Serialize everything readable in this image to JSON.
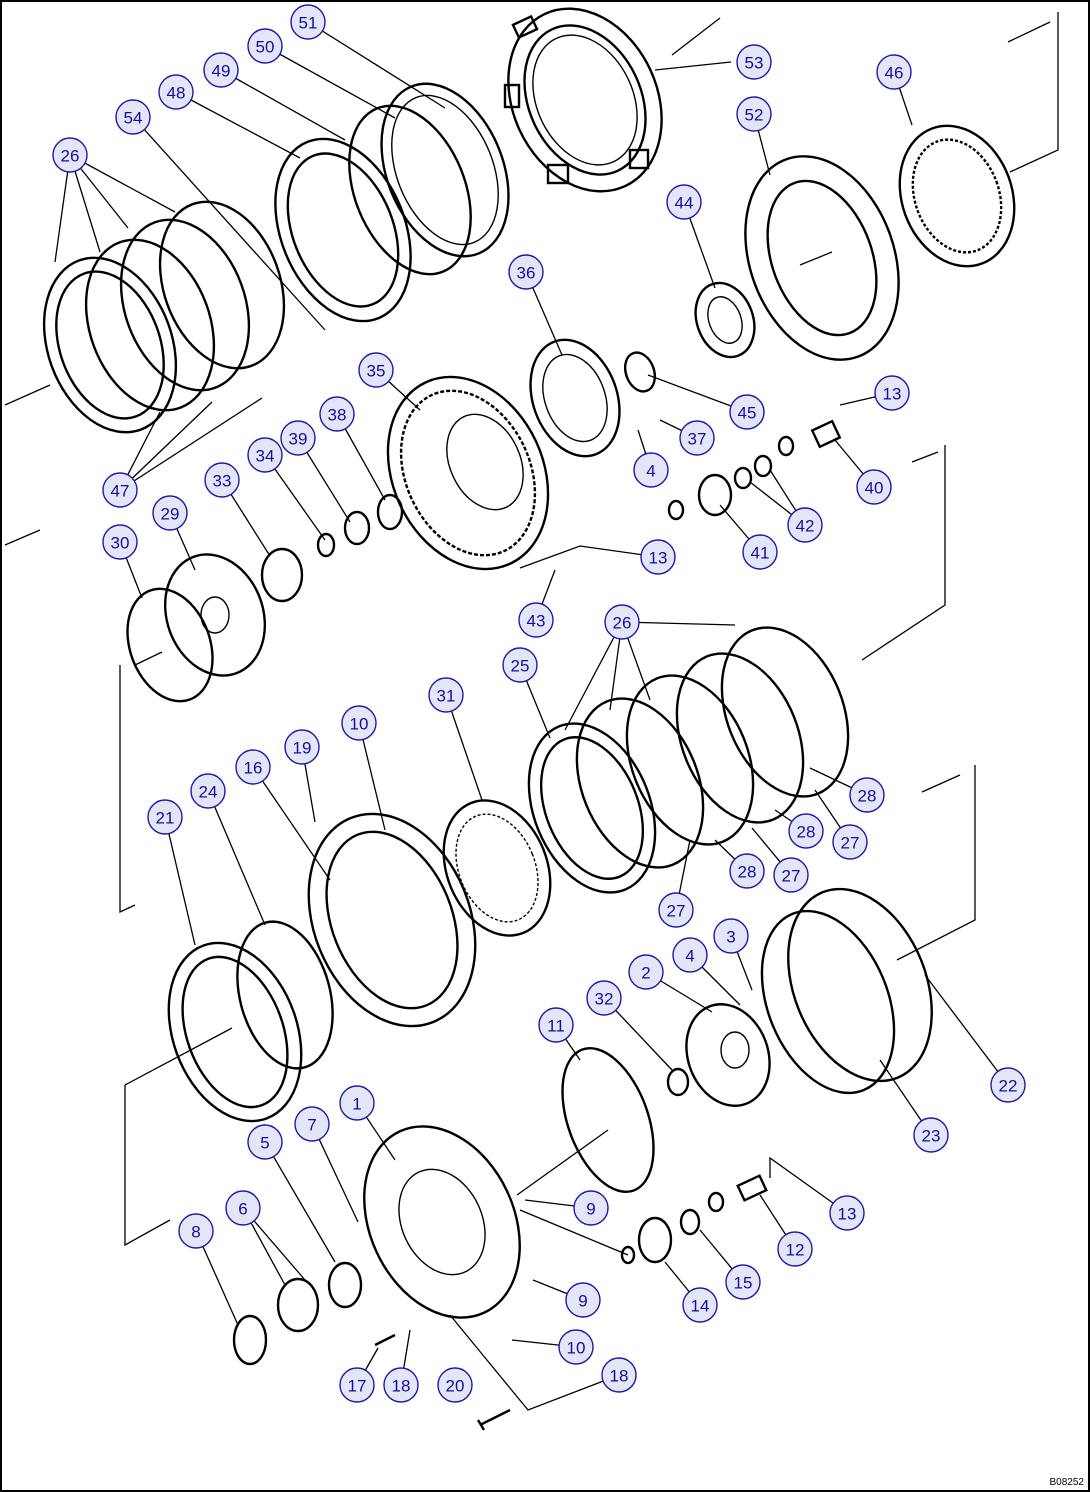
{
  "drawing_ref": "B08252",
  "callout_labels": [
    "1",
    "2",
    "3",
    "4",
    "5",
    "6",
    "7",
    "8",
    "9",
    "10",
    "11",
    "12",
    "13",
    "14",
    "15",
    "16",
    "17",
    "18",
    "19",
    "20",
    "21",
    "22",
    "23",
    "24",
    "25",
    "26",
    "27",
    "28",
    "29",
    "30",
    "31",
    "32",
    "33",
    "34",
    "35",
    "36",
    "37",
    "38",
    "39",
    "40",
    "41",
    "42",
    "43",
    "44",
    "45",
    "46",
    "47",
    "48",
    "49",
    "50",
    "51",
    "52",
    "53",
    "54"
  ]
}
